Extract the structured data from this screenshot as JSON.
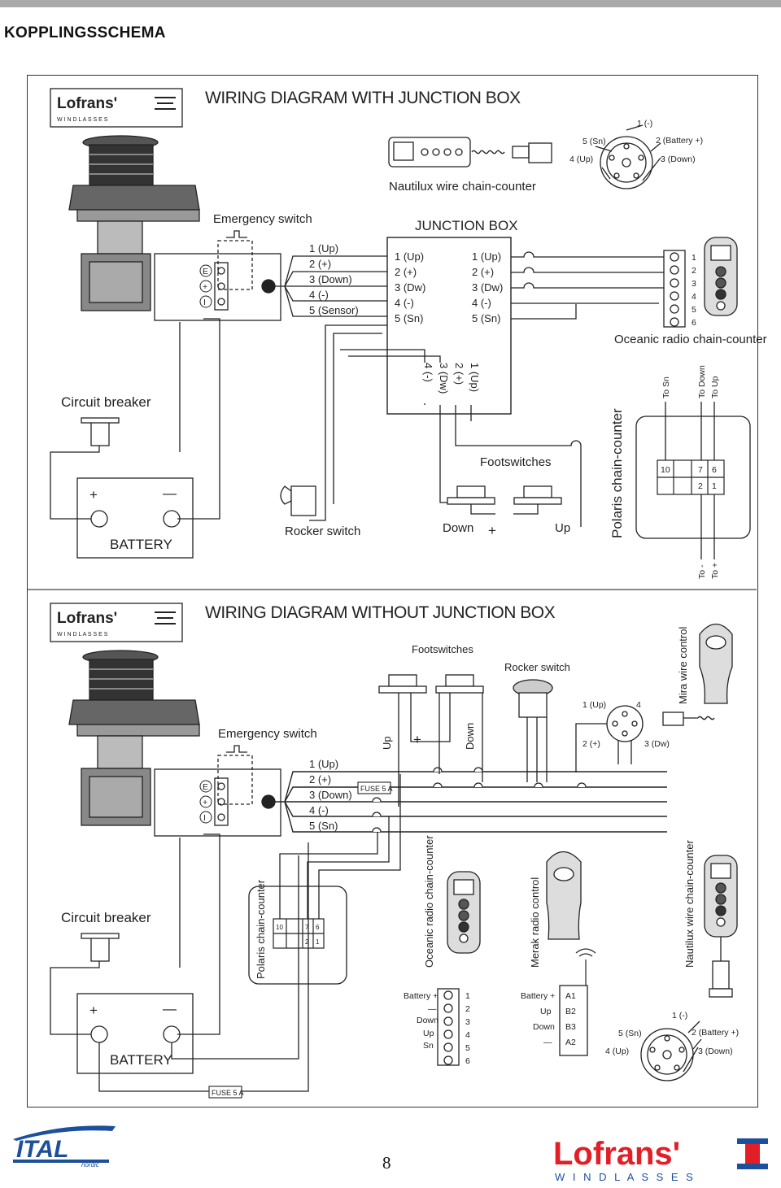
{
  "page": {
    "heading": "KOPPLINGSSCHEMA",
    "page_number": "8"
  },
  "brand": {
    "lofrans": "Lofrans'",
    "windlasses": "W I N D L A S S E S",
    "ital": "ITAL",
    "ital_sub": "nordic"
  },
  "diagram1": {
    "title": "WIRING DIAGRAM WITH JUNCTION BOX",
    "emergency_switch": "Emergency switch",
    "circuit_breaker": "Circuit breaker",
    "battery": "BATTERY",
    "rocker_switch": "Rocker switch",
    "footswitches": "Footswitches",
    "down": "Down",
    "up": "Up",
    "plus": "+",
    "minus": "—",
    "junction_box": "JUNCTION BOX",
    "nautilux": "Nautilux wire chain-counter",
    "oceanic": "Oceanic radio chain-counter",
    "polaris": "Polaris chain-counter",
    "motor_terminals": [
      "E",
      "+",
      "I"
    ],
    "motor_wires": [
      "1 (Up)",
      "2 (+)",
      "3 (Down)",
      "4 (-)",
      "5 (Sensor)"
    ],
    "jb_left": [
      "1 (Up)",
      "2 (+)",
      "3 (Dw)",
      "4 (-)",
      "5 (Sn)"
    ],
    "jb_right": [
      "1 (Up)",
      "2 (+)",
      "3 (Dw)",
      "4 (-)",
      "5 (Sn)"
    ],
    "jb_bottom": [
      "4 (-)",
      "3 (Dw)",
      "2 (+)",
      "1 (Up)"
    ],
    "connector_pins": [
      "1 (-)",
      "2 (Battery +)",
      "3 (Down)",
      "4 (Up)",
      "5 (Sn)"
    ],
    "oceanic_terminals": [
      "1",
      "2",
      "3",
      "4",
      "5",
      "6"
    ],
    "polaris_top": [
      "To Sn",
      "To Down",
      "To Up"
    ],
    "polaris_bottom": [
      "To -",
      "To +"
    ],
    "polaris_pins": [
      "10",
      "7",
      "6",
      "2",
      "1"
    ]
  },
  "diagram2": {
    "title": "WIRING DIAGRAM WITHOUT JUNCTION BOX",
    "emergency_switch": "Emergency switch",
    "circuit_breaker": "Circuit breaker",
    "battery": "BATTERY",
    "footswitches": "Footswitches",
    "rocker_switch": "Rocker switch",
    "mira": "Mira wire control",
    "up": "Up",
    "down": "Down",
    "plus": "+",
    "minus": "—",
    "fuse": "FUSE 5 A",
    "motor_terminals": [
      "E",
      "+",
      "I"
    ],
    "motor_wires": [
      "1 (Up)",
      "2 (+)",
      "3 (Down)",
      "4 (-)",
      "5 (Sn)"
    ],
    "mira_pins": [
      "1 (Up)",
      "4",
      "2 (+)",
      "3 (Dw)"
    ],
    "polaris": "Polaris chain-counter",
    "polaris_pins": [
      "10",
      "7",
      "6",
      "2",
      "1"
    ],
    "oceanic": "Oceanic radio chain-counter",
    "oceanic_labels": [
      "Battery +",
      "—",
      "Down",
      "Up",
      "Sn"
    ],
    "oceanic_terminals": [
      "1",
      "2",
      "3",
      "4",
      "5",
      "6"
    ],
    "merak": "Merak radio control",
    "merak_labels": [
      "Battery +",
      "Up",
      "Down",
      "—"
    ],
    "merak_terminals": [
      "A1",
      "B2",
      "B3",
      "A2"
    ],
    "nautilux": "Nautilux wire chain-counter",
    "connector_pins": [
      "1 (-)",
      "2 (Battery +)",
      "3 (Down)",
      "4 (Up)",
      "5 (Sn)"
    ]
  }
}
